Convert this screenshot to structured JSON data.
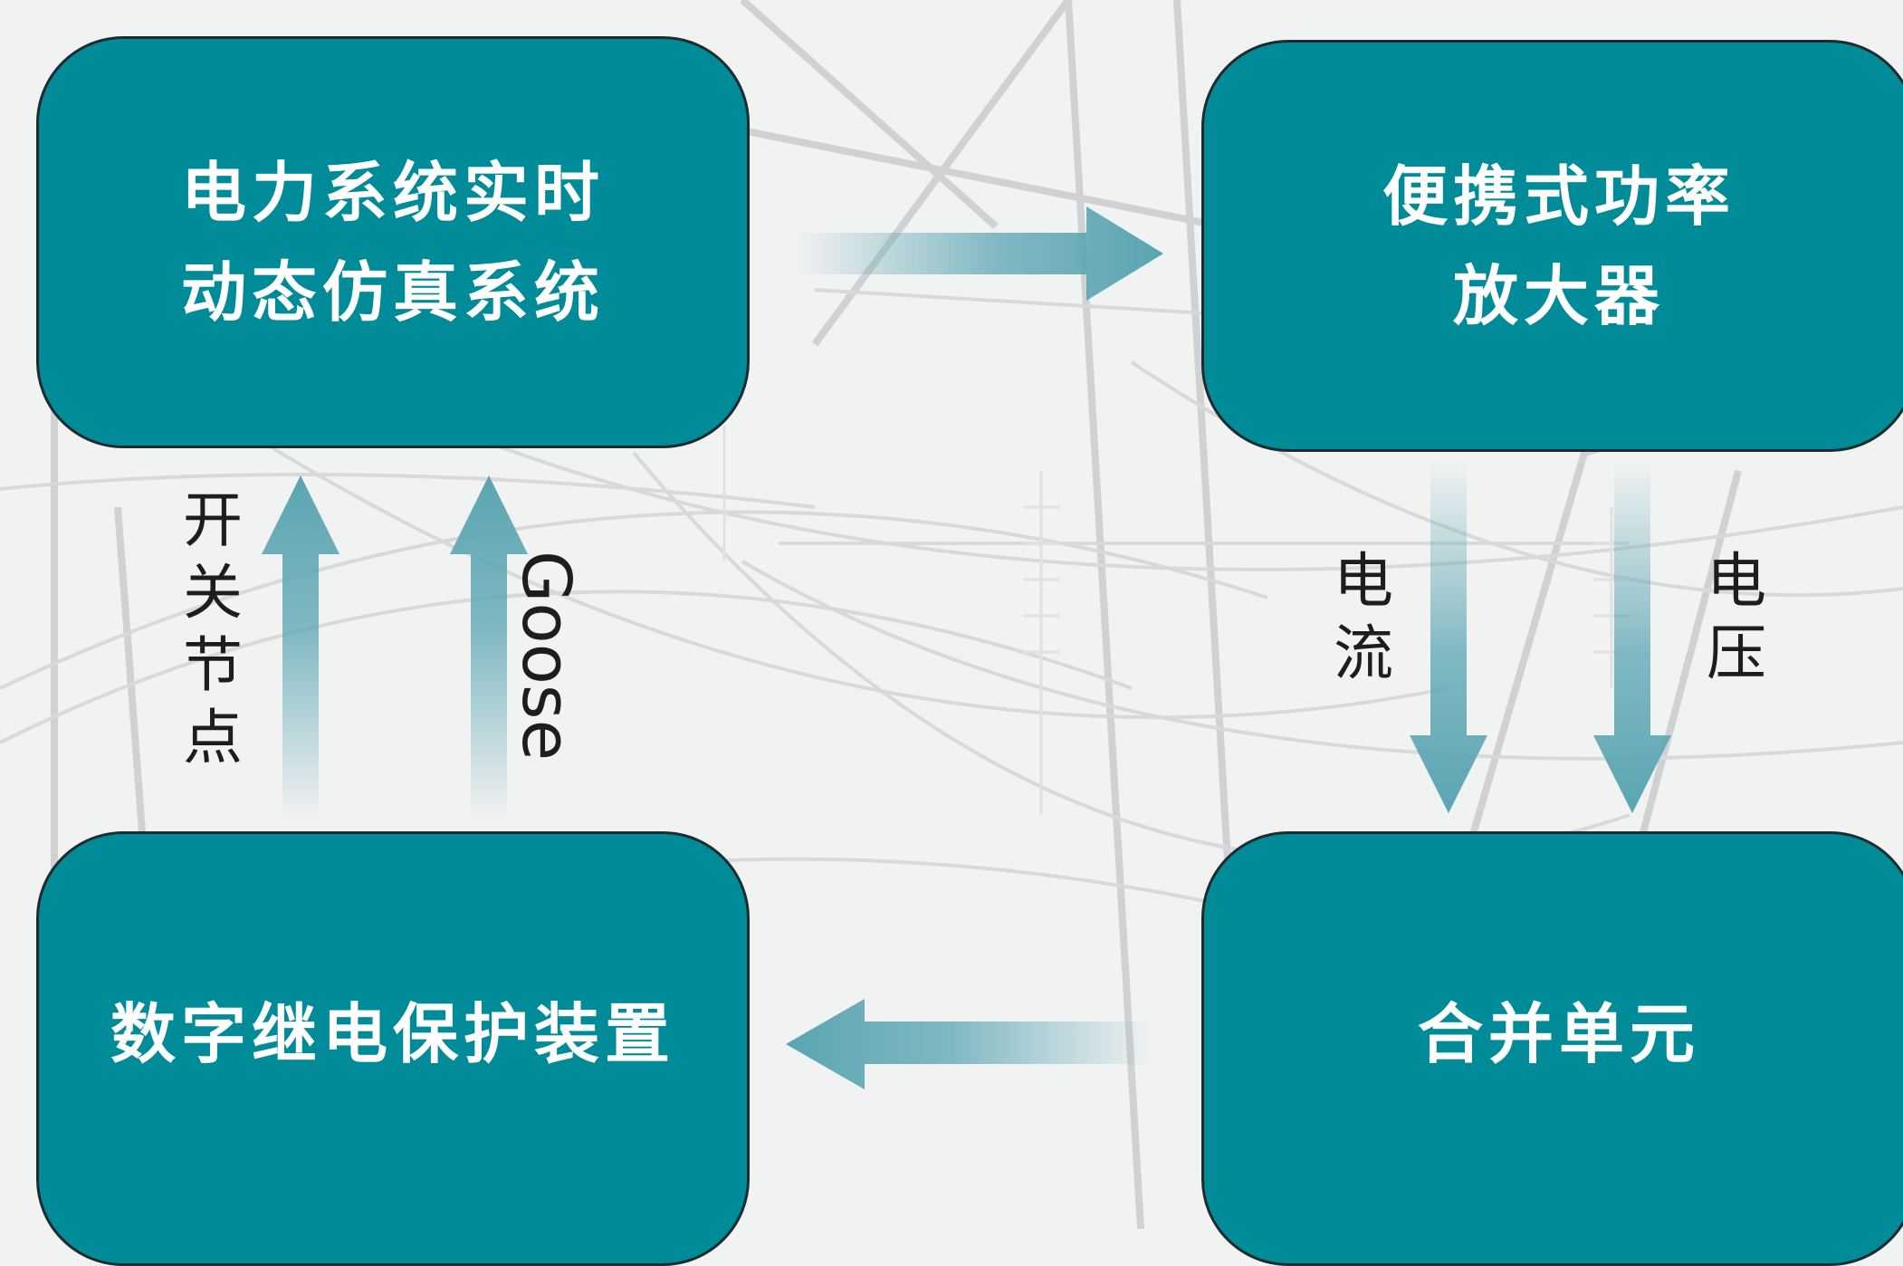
{
  "boxes": {
    "rtds": {
      "line1": "电力系统实时",
      "line2": "动态仿真系统"
    },
    "amplifier": {
      "line1": "便携式功率",
      "line2": "放大器"
    },
    "relay": {
      "label": "数字继电保护装置"
    },
    "merging_unit": {
      "label": "合并单元"
    }
  },
  "labels": {
    "switch_node": [
      "开",
      "关",
      "节",
      "点"
    ],
    "goose": "Goose",
    "current": [
      "电",
      "流"
    ],
    "voltage": [
      "电",
      "压"
    ]
  },
  "colors": {
    "box_fill": "#008b98",
    "box_border": "#1d2b2f",
    "arrow": "#5aa5b2",
    "background": "#f1f2f2"
  }
}
